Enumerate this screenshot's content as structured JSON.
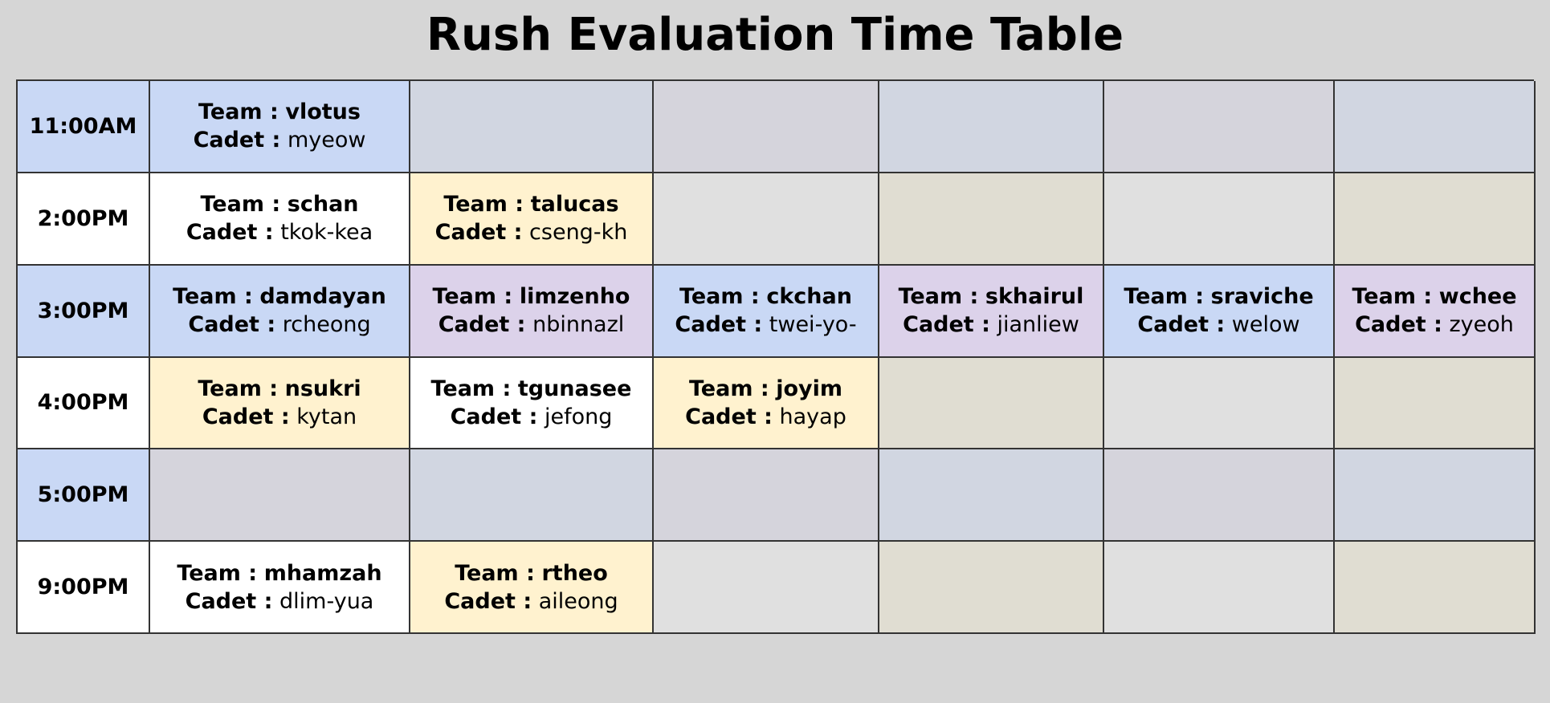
{
  "title": "Rush Evaluation Time Table",
  "labels": {
    "team": "Team :",
    "cadet": "Cadet :"
  },
  "colors": {
    "background": "#d6d6d6",
    "blue": "#c9d8f5",
    "yellow": "#fff2cf",
    "purple": "#dcd2ea",
    "white": "#ffffff",
    "empty_blue_row_a": "#d5d4dc",
    "empty_blue_row_b": "#d1d6e1",
    "empty_white_row_a": "#e0e0e0",
    "empty_white_row_b": "#e0ddd2"
  },
  "rows": [
    {
      "time": "11:00AM",
      "row_color": "blue",
      "slots": [
        {
          "team": "vlotus",
          "cadet": "myeow",
          "color": "blue"
        },
        null,
        null,
        null,
        null,
        null
      ]
    },
    {
      "time": "2:00PM",
      "row_color": "white",
      "slots": [
        {
          "team": "schan",
          "cadet": "tkok-kea",
          "color": "white"
        },
        {
          "team": "talucas",
          "cadet": "cseng-kh",
          "color": "yellow"
        },
        null,
        null,
        null,
        null
      ]
    },
    {
      "time": "3:00PM",
      "row_color": "blue",
      "slots": [
        {
          "team": "damdayan",
          "cadet": "rcheong",
          "color": "blue"
        },
        {
          "team": "limzenho",
          "cadet": "nbinnazl",
          "color": "purple"
        },
        {
          "team": "ckchan",
          "cadet": "twei-yo-",
          "color": "blue"
        },
        {
          "team": "skhairul",
          "cadet": "jianliew",
          "color": "purple"
        },
        {
          "team": "sraviche",
          "cadet": "welow",
          "color": "blue"
        },
        {
          "team": "wchee",
          "cadet": "zyeoh",
          "color": "purple"
        }
      ]
    },
    {
      "time": "4:00PM",
      "row_color": "white",
      "slots": [
        {
          "team": "nsukri",
          "cadet": "kytan",
          "color": "yellow"
        },
        {
          "team": "tgunasee",
          "cadet": "jefong",
          "color": "white"
        },
        {
          "team": "joyim",
          "cadet": "hayap",
          "color": "yellow"
        },
        null,
        null,
        null
      ]
    },
    {
      "time": "5:00PM",
      "row_color": "blue",
      "slots": [
        null,
        null,
        null,
        null,
        null,
        null
      ]
    },
    {
      "time": "9:00PM",
      "row_color": "white",
      "slots": [
        {
          "team": "mhamzah",
          "cadet": "dlim-yua",
          "color": "white"
        },
        {
          "team": "rtheo",
          "cadet": "aileong",
          "color": "yellow"
        },
        null,
        null,
        null,
        null
      ]
    }
  ]
}
